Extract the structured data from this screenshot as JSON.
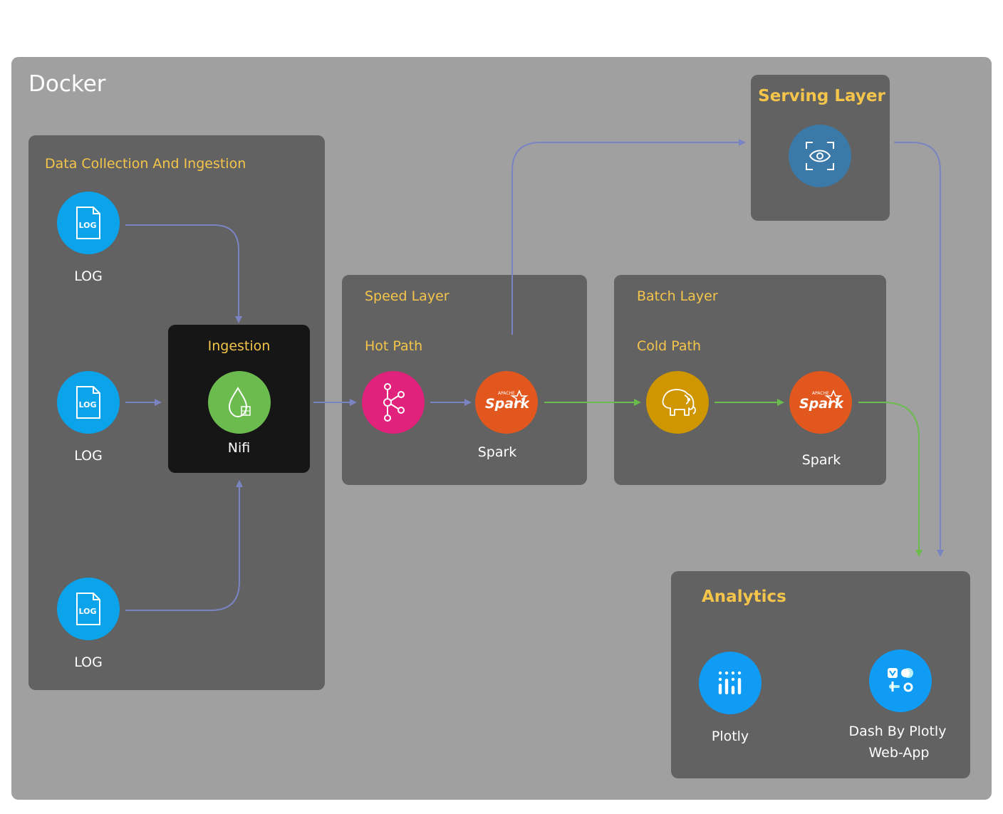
{
  "docker": {
    "title": "Docker"
  },
  "collection": {
    "title": "Data Collection And Ingestion",
    "sources": [
      {
        "label": "LOG",
        "badge": "LOG"
      },
      {
        "label": "LOG",
        "badge": "LOG"
      },
      {
        "label": "LOG",
        "badge": "LOG"
      }
    ]
  },
  "ingestion": {
    "title": "Ingestion",
    "label": "Nifi"
  },
  "speed": {
    "title": "Speed Layer",
    "subtitle": "Hot Path",
    "spark_label": "Spark",
    "spark_badge_small": "APACHE",
    "spark_badge": "Spark"
  },
  "batch": {
    "title": "Batch Layer",
    "subtitle": "Cold Path",
    "spark_label": "Spark",
    "spark_badge_small": "APACHE",
    "spark_badge": "Spark"
  },
  "serving": {
    "title": "Serving Layer"
  },
  "analytics": {
    "title": "Analytics",
    "plotly_label": "Plotly",
    "dash_label_1": "Dash By Plotly",
    "dash_label_2": "Web-App"
  },
  "colors": {
    "log_blue": "#0ba3ea",
    "nifi_green": "#6cbb4e",
    "kafka_pink": "#e0227c",
    "spark_orange": "#e2571d",
    "hadoop_gold": "#cf9600",
    "serving_blue": "#3b7aa8",
    "plotly_blue": "#109bf5",
    "arrow_blue": "#7b84c2",
    "arrow_green": "#6cbb4e",
    "title_yellow": "#f4c54a"
  }
}
